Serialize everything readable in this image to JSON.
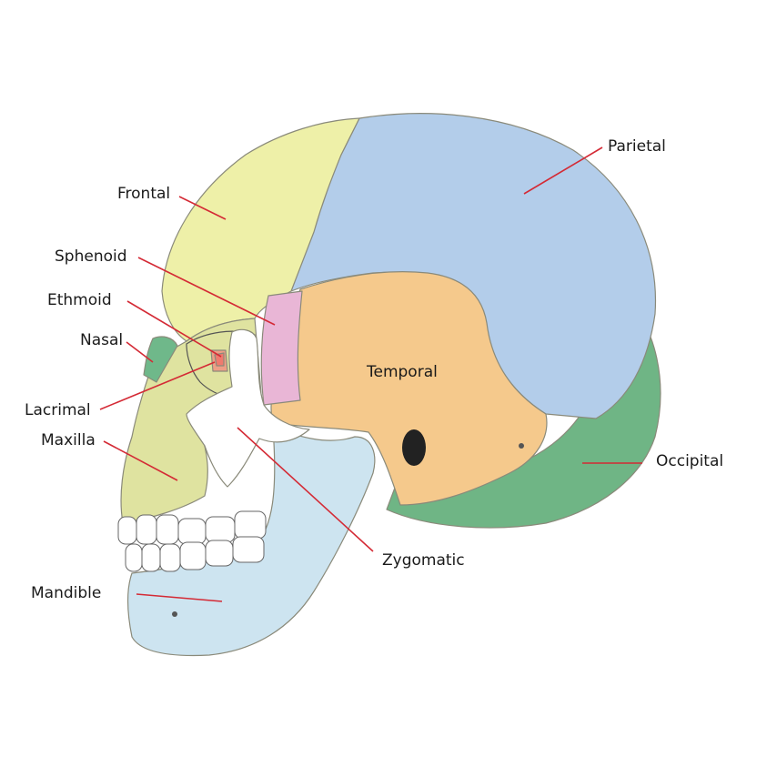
{
  "labels": {
    "parietal": "Parietal",
    "frontal": "Frontal",
    "sphenoid": "Sphenoid",
    "ethmoid": "Ethmoid",
    "nasal": "Nasal",
    "lacrimal": "Lacrimal",
    "maxilla": "Maxilla",
    "mandible": "Mandible",
    "temporal": "Temporal",
    "occipital": "Occipital",
    "zygomatic": "Zygomatic"
  },
  "colors": {
    "parietal": "#b3cdea",
    "frontal": "#eef0a8",
    "frontal_front": "#dfe6a0",
    "temporal": "#f5c98c",
    "sphenoid": "#e9b6d6",
    "ethmoid": "#ee9e86",
    "nasal": "#6fb88a",
    "lacrimal": "#f07a6e",
    "maxilla": "#dfe3a0",
    "mandible": "#cde4f0",
    "occipital": "#6fb585",
    "zygomatic": "#ffffff",
    "teeth": "#ffffff",
    "leader": "#d42a35"
  }
}
